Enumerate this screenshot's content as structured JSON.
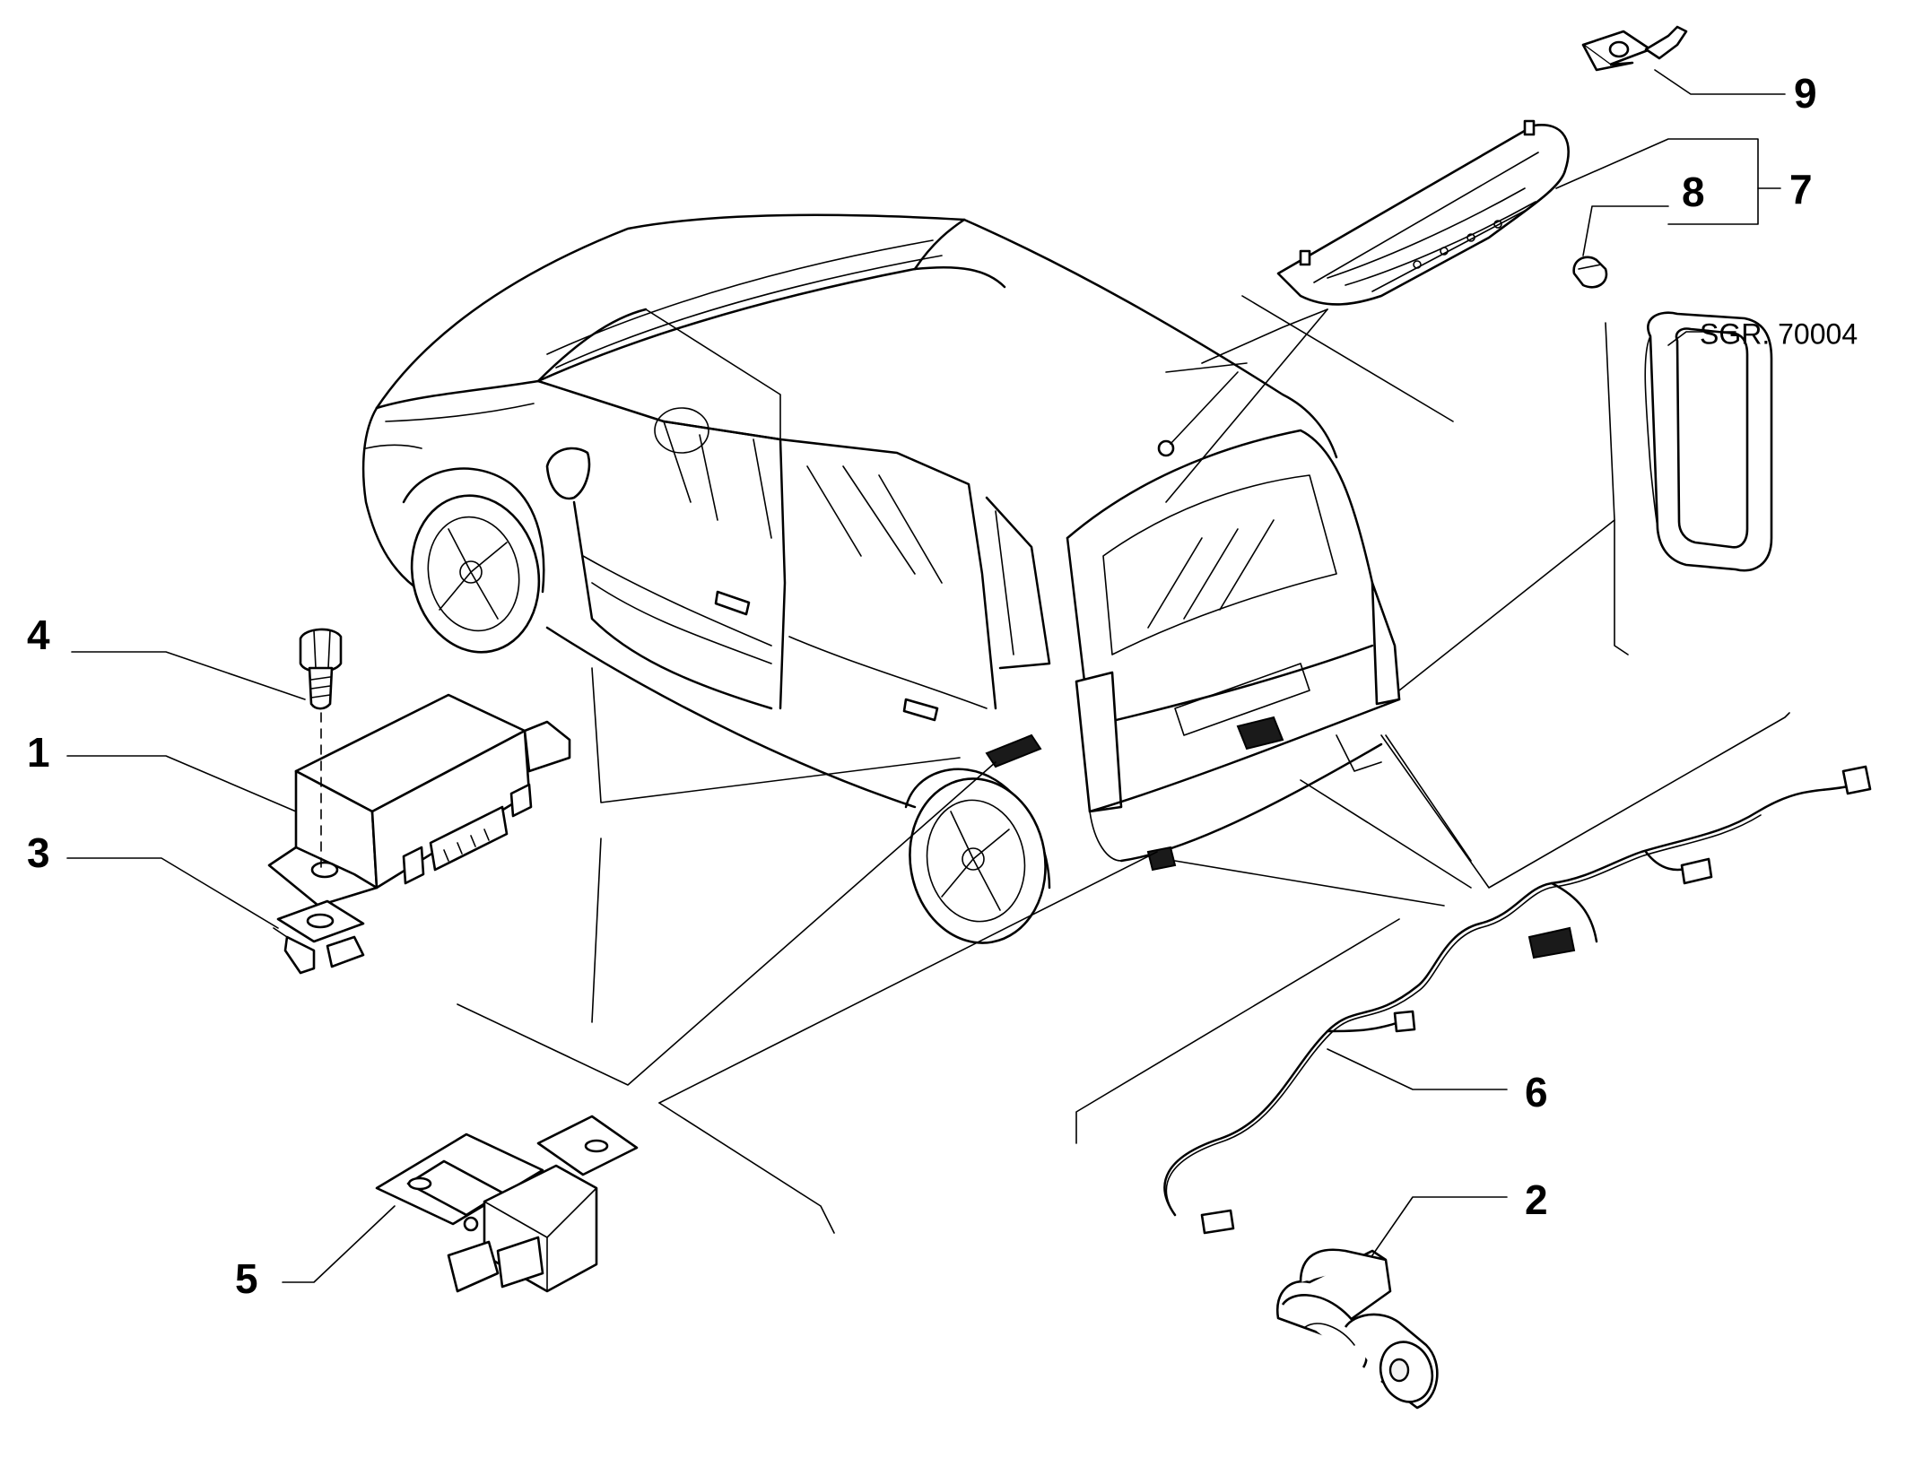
{
  "callouts": {
    "n1": "1",
    "n2": "2",
    "n3": "3",
    "n4": "4",
    "n5": "5",
    "n6": "6",
    "n7": "7",
    "n8": "8",
    "n9": "9"
  },
  "reference": "SGR. 70004",
  "components": {
    "car": "car-body",
    "part1": "parking-sensor-control-unit",
    "part2": "parking-sensor",
    "part3": "clip-nut",
    "part4": "bolt",
    "part5": "mounting-bracket",
    "part6": "wiring-harness",
    "part7": "third-brake-light",
    "part8": "bulb",
    "part9": "bracket-clip",
    "grommet": "grommet-ref-part"
  }
}
